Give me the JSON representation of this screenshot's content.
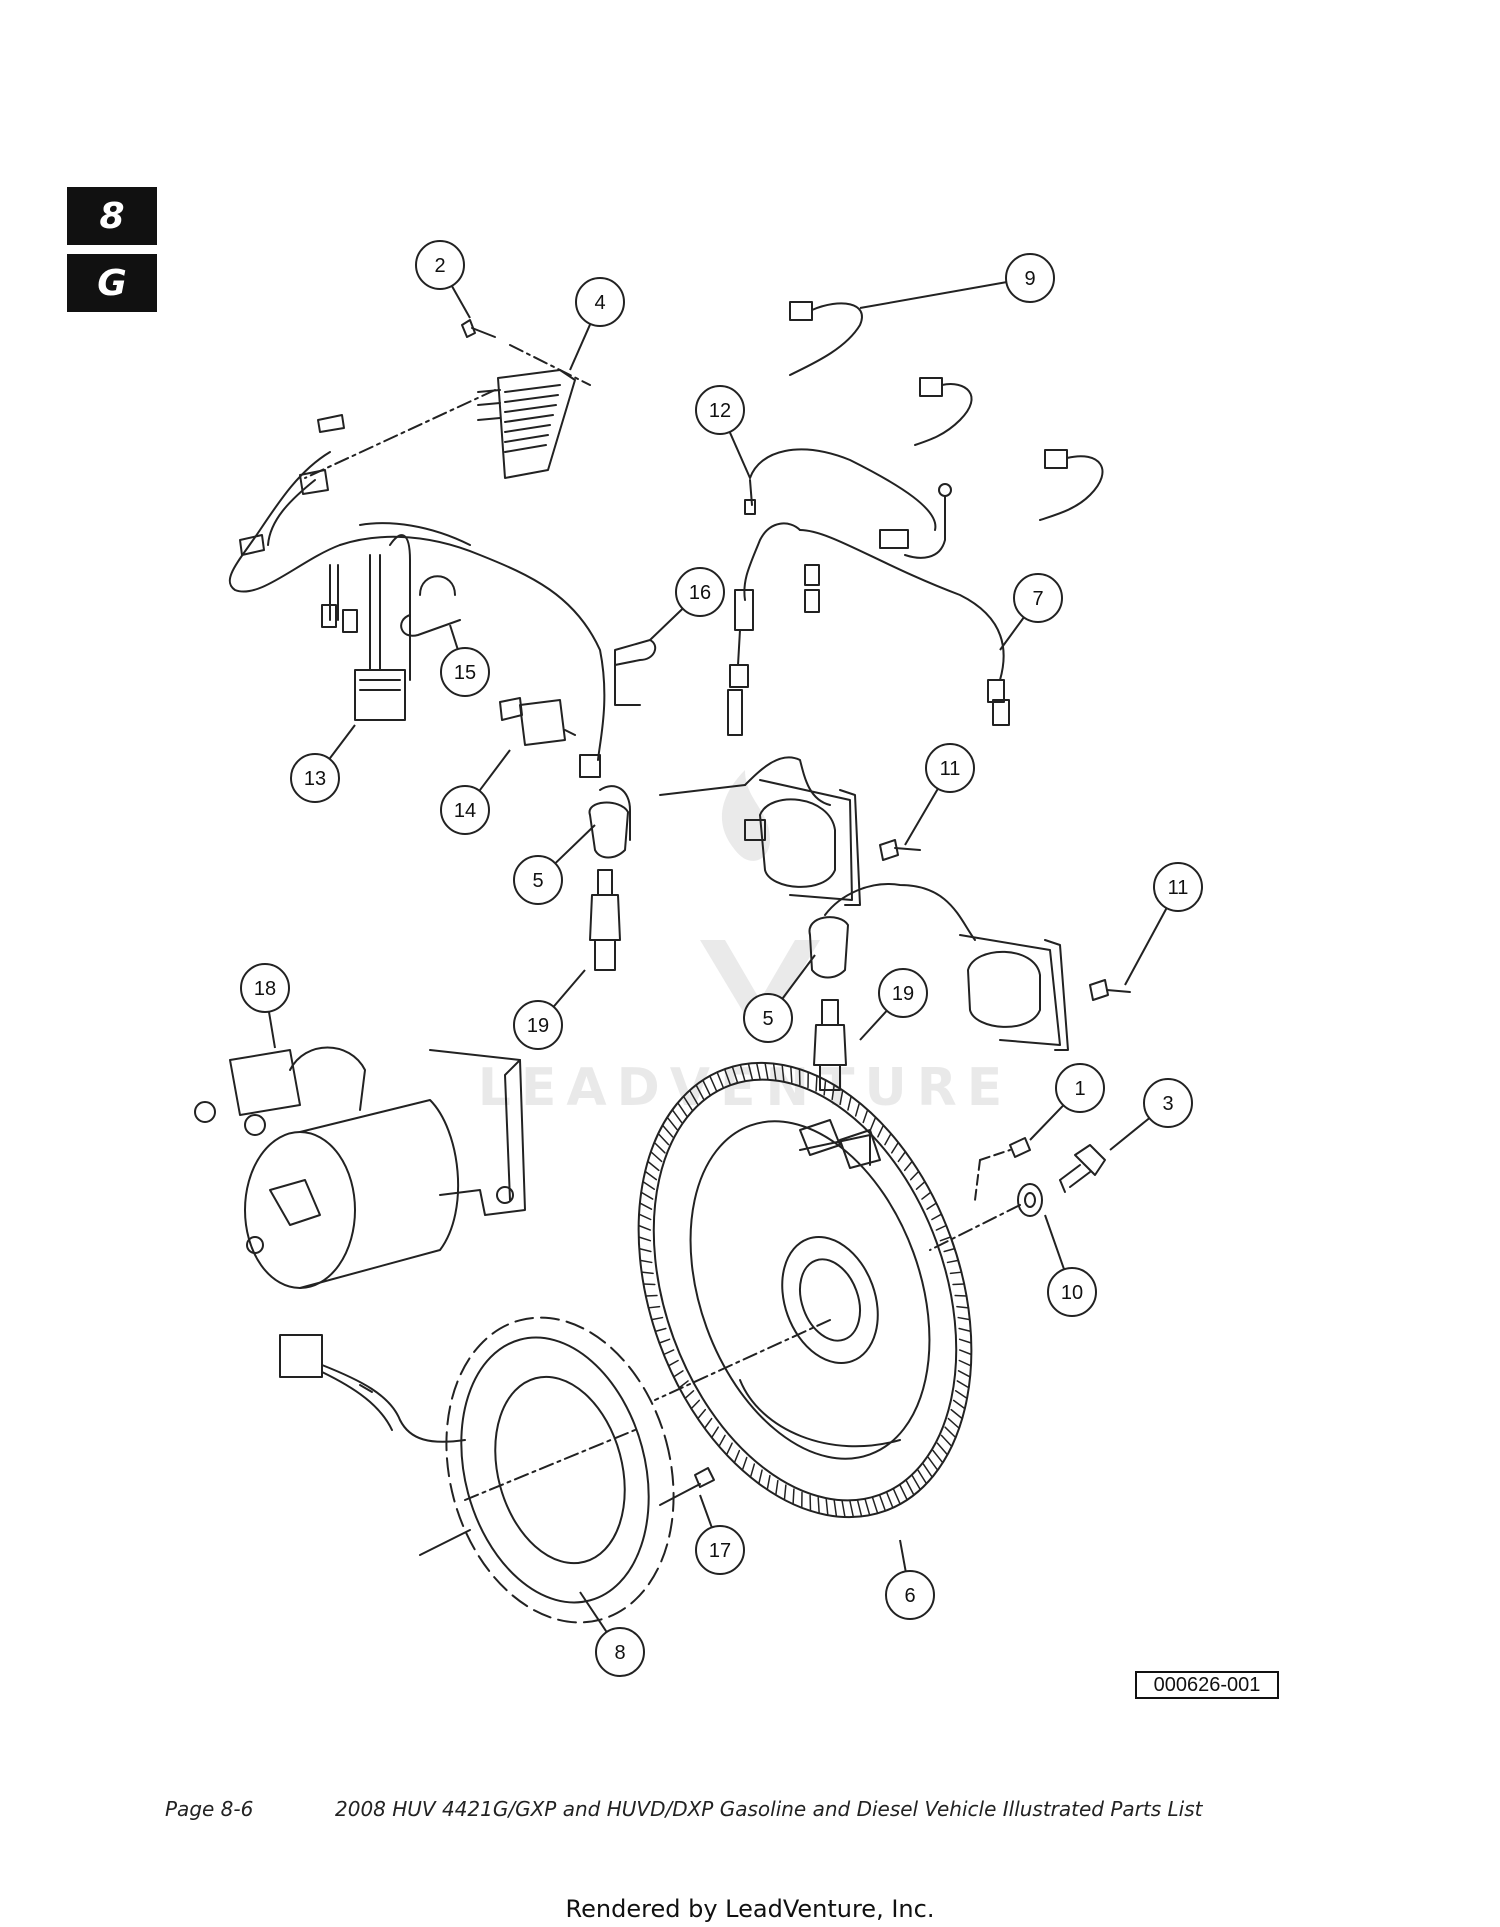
{
  "section_tabs": [
    "8",
    "G"
  ],
  "figure_id": "000626-001",
  "footer": {
    "page": "Page 8-6",
    "title": "2008 HUV 4421G/GXP and HUVD/DXP Gasoline and Diesel Vehicle Illustrated Parts List"
  },
  "rendered_by": "Rendered by LeadVenture, Inc.",
  "watermark": "LEADVENTURE",
  "callouts": [
    "2",
    "4",
    "9",
    "12",
    "16",
    "7",
    "15",
    "13",
    "14",
    "11",
    "5",
    "11",
    "18",
    "19",
    "5",
    "19",
    "1",
    "3",
    "10",
    "17",
    "6",
    "8"
  ]
}
